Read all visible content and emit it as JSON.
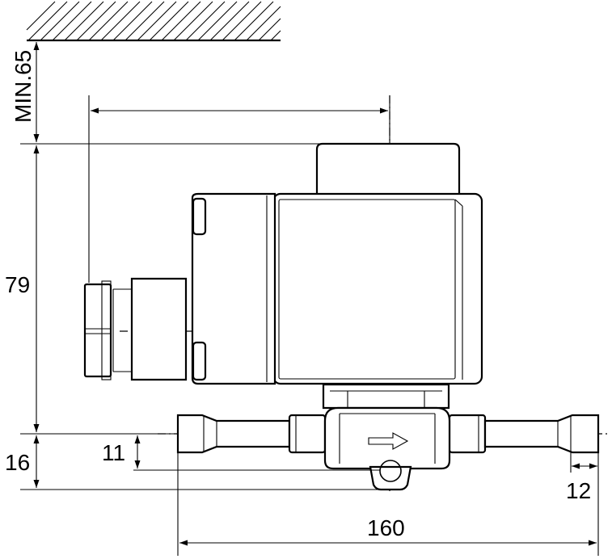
{
  "dimensions": {
    "min_clearance": "MIN.65",
    "height_coil": "79",
    "height_base": "16",
    "pipe_offset": "11",
    "pipe_stub": "12",
    "overall_length": "160"
  },
  "colors": {
    "line": "#000000",
    "background": "#ffffff"
  }
}
